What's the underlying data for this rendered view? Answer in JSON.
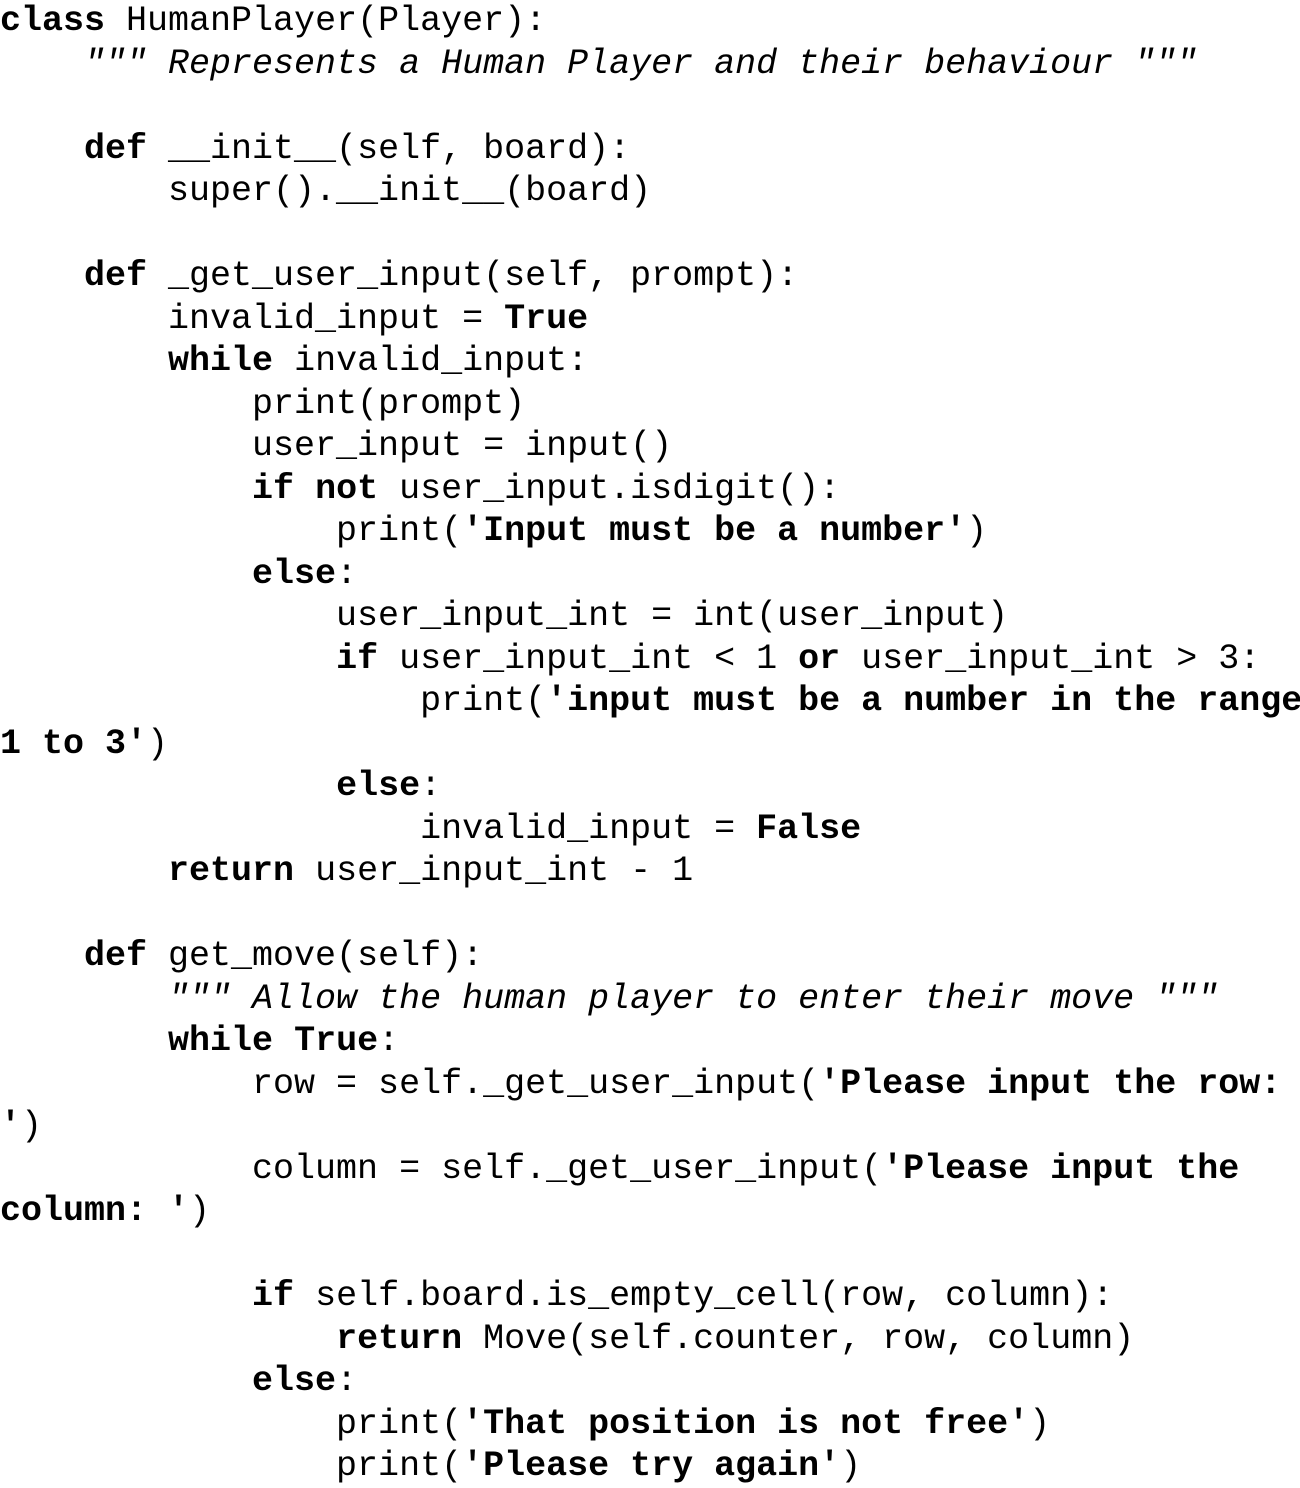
{
  "code_lines": [
    [
      {
        "t": "class",
        "s": "kw"
      },
      {
        "t": " HumanPlayer(Player):"
      }
    ],
    [
      {
        "t": "    "
      },
      {
        "t": "\"\"\" Represents a Human Player and their behaviour \"\"\"",
        "s": "doc"
      }
    ],
    [],
    [
      {
        "t": "    "
      },
      {
        "t": "def",
        "s": "kw"
      },
      {
        "t": " __init__(self, board):"
      }
    ],
    [
      {
        "t": "        super().__init__(board)"
      }
    ],
    [],
    [
      {
        "t": "    "
      },
      {
        "t": "def",
        "s": "kw"
      },
      {
        "t": " _get_user_input(self, prompt):"
      }
    ],
    [
      {
        "t": "        invalid_input = "
      },
      {
        "t": "True",
        "s": "kw"
      }
    ],
    [
      {
        "t": "        "
      },
      {
        "t": "while",
        "s": "kw"
      },
      {
        "t": " invalid_input:"
      }
    ],
    [
      {
        "t": "            print(prompt)"
      }
    ],
    [
      {
        "t": "            user_input = input()"
      }
    ],
    [
      {
        "t": "            "
      },
      {
        "t": "if",
        "s": "kw"
      },
      {
        "t": " "
      },
      {
        "t": "not",
        "s": "kw"
      },
      {
        "t": " user_input.isdigit():"
      }
    ],
    [
      {
        "t": "                print("
      },
      {
        "t": "'Input must be a number'",
        "s": "str"
      },
      {
        "t": ")"
      }
    ],
    [
      {
        "t": "            "
      },
      {
        "t": "else",
        "s": "kw"
      },
      {
        "t": ":"
      }
    ],
    [
      {
        "t": "                user_input_int = int(user_input)"
      }
    ],
    [
      {
        "t": "                "
      },
      {
        "t": "if",
        "s": "kw"
      },
      {
        "t": " user_input_int < 1 "
      },
      {
        "t": "or",
        "s": "kw"
      },
      {
        "t": " user_input_int > 3:"
      }
    ],
    [
      {
        "t": "                    print("
      },
      {
        "t": "'input must be a number in the range",
        "s": "str"
      }
    ],
    [
      {
        "t": "1 to 3'",
        "s": "str"
      },
      {
        "t": ")"
      }
    ],
    [
      {
        "t": "                "
      },
      {
        "t": "else",
        "s": "kw"
      },
      {
        "t": ":"
      }
    ],
    [
      {
        "t": "                    invalid_input = "
      },
      {
        "t": "False",
        "s": "kw"
      }
    ],
    [
      {
        "t": "        "
      },
      {
        "t": "return",
        "s": "kw"
      },
      {
        "t": " user_input_int - 1"
      }
    ],
    [],
    [
      {
        "t": "    "
      },
      {
        "t": "def",
        "s": "kw"
      },
      {
        "t": " get_move(self):"
      }
    ],
    [
      {
        "t": "        "
      },
      {
        "t": "\"\"\" Allow the human player to enter their move \"\"\"",
        "s": "doc"
      }
    ],
    [
      {
        "t": "        "
      },
      {
        "t": "while",
        "s": "kw"
      },
      {
        "t": " "
      },
      {
        "t": "True",
        "s": "kw"
      },
      {
        "t": ":"
      }
    ],
    [
      {
        "t": "            row = self._get_user_input("
      },
      {
        "t": "'Please input the row:",
        "s": "str"
      }
    ],
    [
      {
        "t": "'",
        "s": "str"
      },
      {
        "t": ")"
      }
    ],
    [
      {
        "t": "            column = self._get_user_input("
      },
      {
        "t": "'Please input the",
        "s": "str"
      }
    ],
    [
      {
        "t": "column: '",
        "s": "str"
      },
      {
        "t": ")"
      }
    ],
    [],
    [
      {
        "t": "            "
      },
      {
        "t": "if",
        "s": "kw"
      },
      {
        "t": " self.board.is_empty_cell(row, column):"
      }
    ],
    [
      {
        "t": "                "
      },
      {
        "t": "return",
        "s": "kw"
      },
      {
        "t": " Move(self.counter, row, column)"
      }
    ],
    [
      {
        "t": "            "
      },
      {
        "t": "else",
        "s": "kw"
      },
      {
        "t": ":"
      }
    ],
    [
      {
        "t": "                print("
      },
      {
        "t": "'That position is not free'",
        "s": "str"
      },
      {
        "t": ")"
      }
    ],
    [
      {
        "t": "                print("
      },
      {
        "t": "'Please try again'",
        "s": "str"
      },
      {
        "t": ")"
      }
    ]
  ]
}
